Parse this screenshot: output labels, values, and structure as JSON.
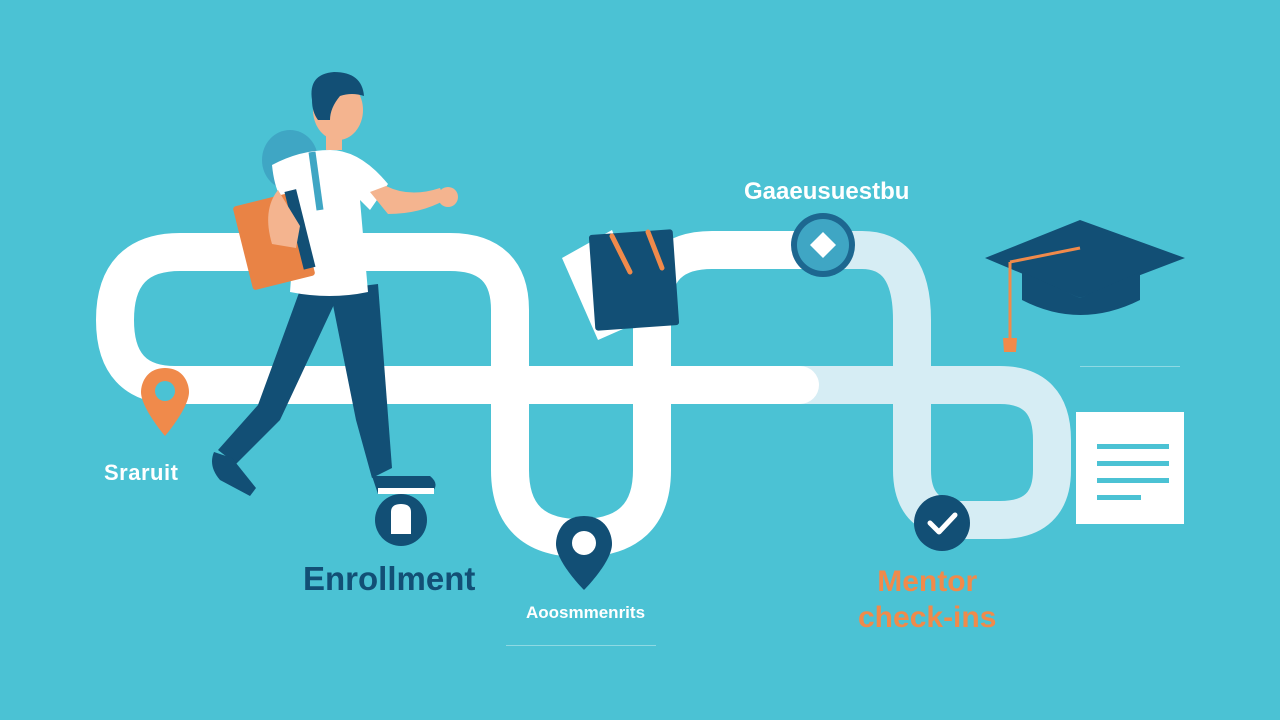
{
  "scene": {
    "background_color": "#4bc2d4",
    "path_color": "#ffffff",
    "path_faded_color": "#d6edf4",
    "navy_color": "#124f75",
    "accent_color": "#f08a4b"
  },
  "milestones": {
    "start": {
      "label": "Sraruit",
      "icon": "location-pin-icon"
    },
    "enrollment": {
      "label": "Enrollment",
      "icon": "backpack-icon"
    },
    "assessments": {
      "label": "Aoosmmenrits",
      "icon": "location-pin-icon"
    },
    "graduation": {
      "label": "Gaaeusuestbu",
      "icon": "diamond-icon"
    },
    "mentor": {
      "line1": "Mentor",
      "line2": "check-ins",
      "icon": "checkmark-icon"
    }
  },
  "decorations": {
    "student": "student-walking",
    "book": "book-icon",
    "bag": "bag-icon",
    "cap": "graduation-cap-icon",
    "document": "document-icon"
  }
}
